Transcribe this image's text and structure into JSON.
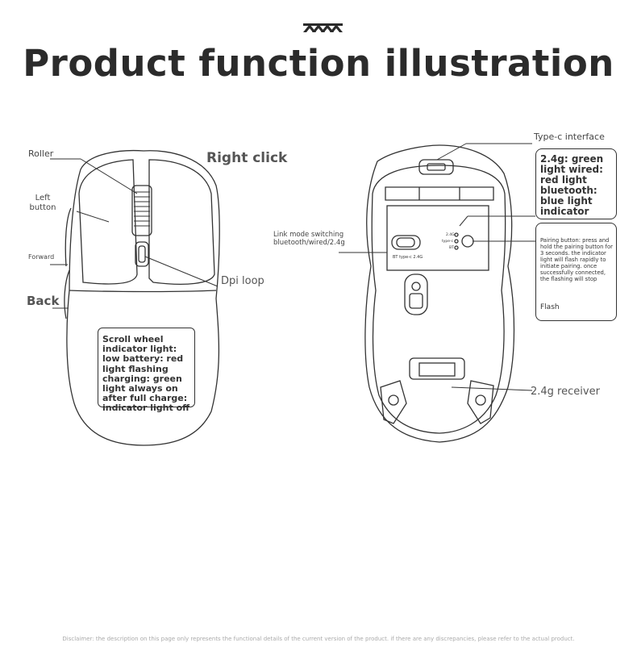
{
  "title": "Product function illustration",
  "labels": {
    "roller": "Roller",
    "right_click": "Right click",
    "left_button": "Left button",
    "forward": "Forward",
    "back": "Back",
    "dpi_loop": "Dpi loop",
    "type_c_interface": "Type-c interface",
    "link_mode": "Link mode switching bluetooth/wired/2.4g",
    "receiver": "2.4g receiver",
    "switch_positions": "BT type-c 2.4G",
    "led_24g": "2.4G",
    "led_typec": "type-c",
    "led_bt": "BT"
  },
  "scroll_wheel_box": "Scroll wheel indicator light: low battery: red light flashing charging: green light always on after full charge: indicator light off",
  "indicator_box": "2.4g: green light wired: red light bluetooth: blue light indicator",
  "pairing_box": {
    "text": "Pairing button: press and hold the pairing button for 3 seconds. the indicator light will flash rapidly to initiate pairing. once successfully connected, the flashing will stop",
    "flash": "Flash"
  },
  "disclaimer": "Disclaimer: the description on this page only represents the functional details of the current version of the product. if there are any discrepancies, please refer to the actual product.",
  "logo_icon": "brand-chevron-logo"
}
